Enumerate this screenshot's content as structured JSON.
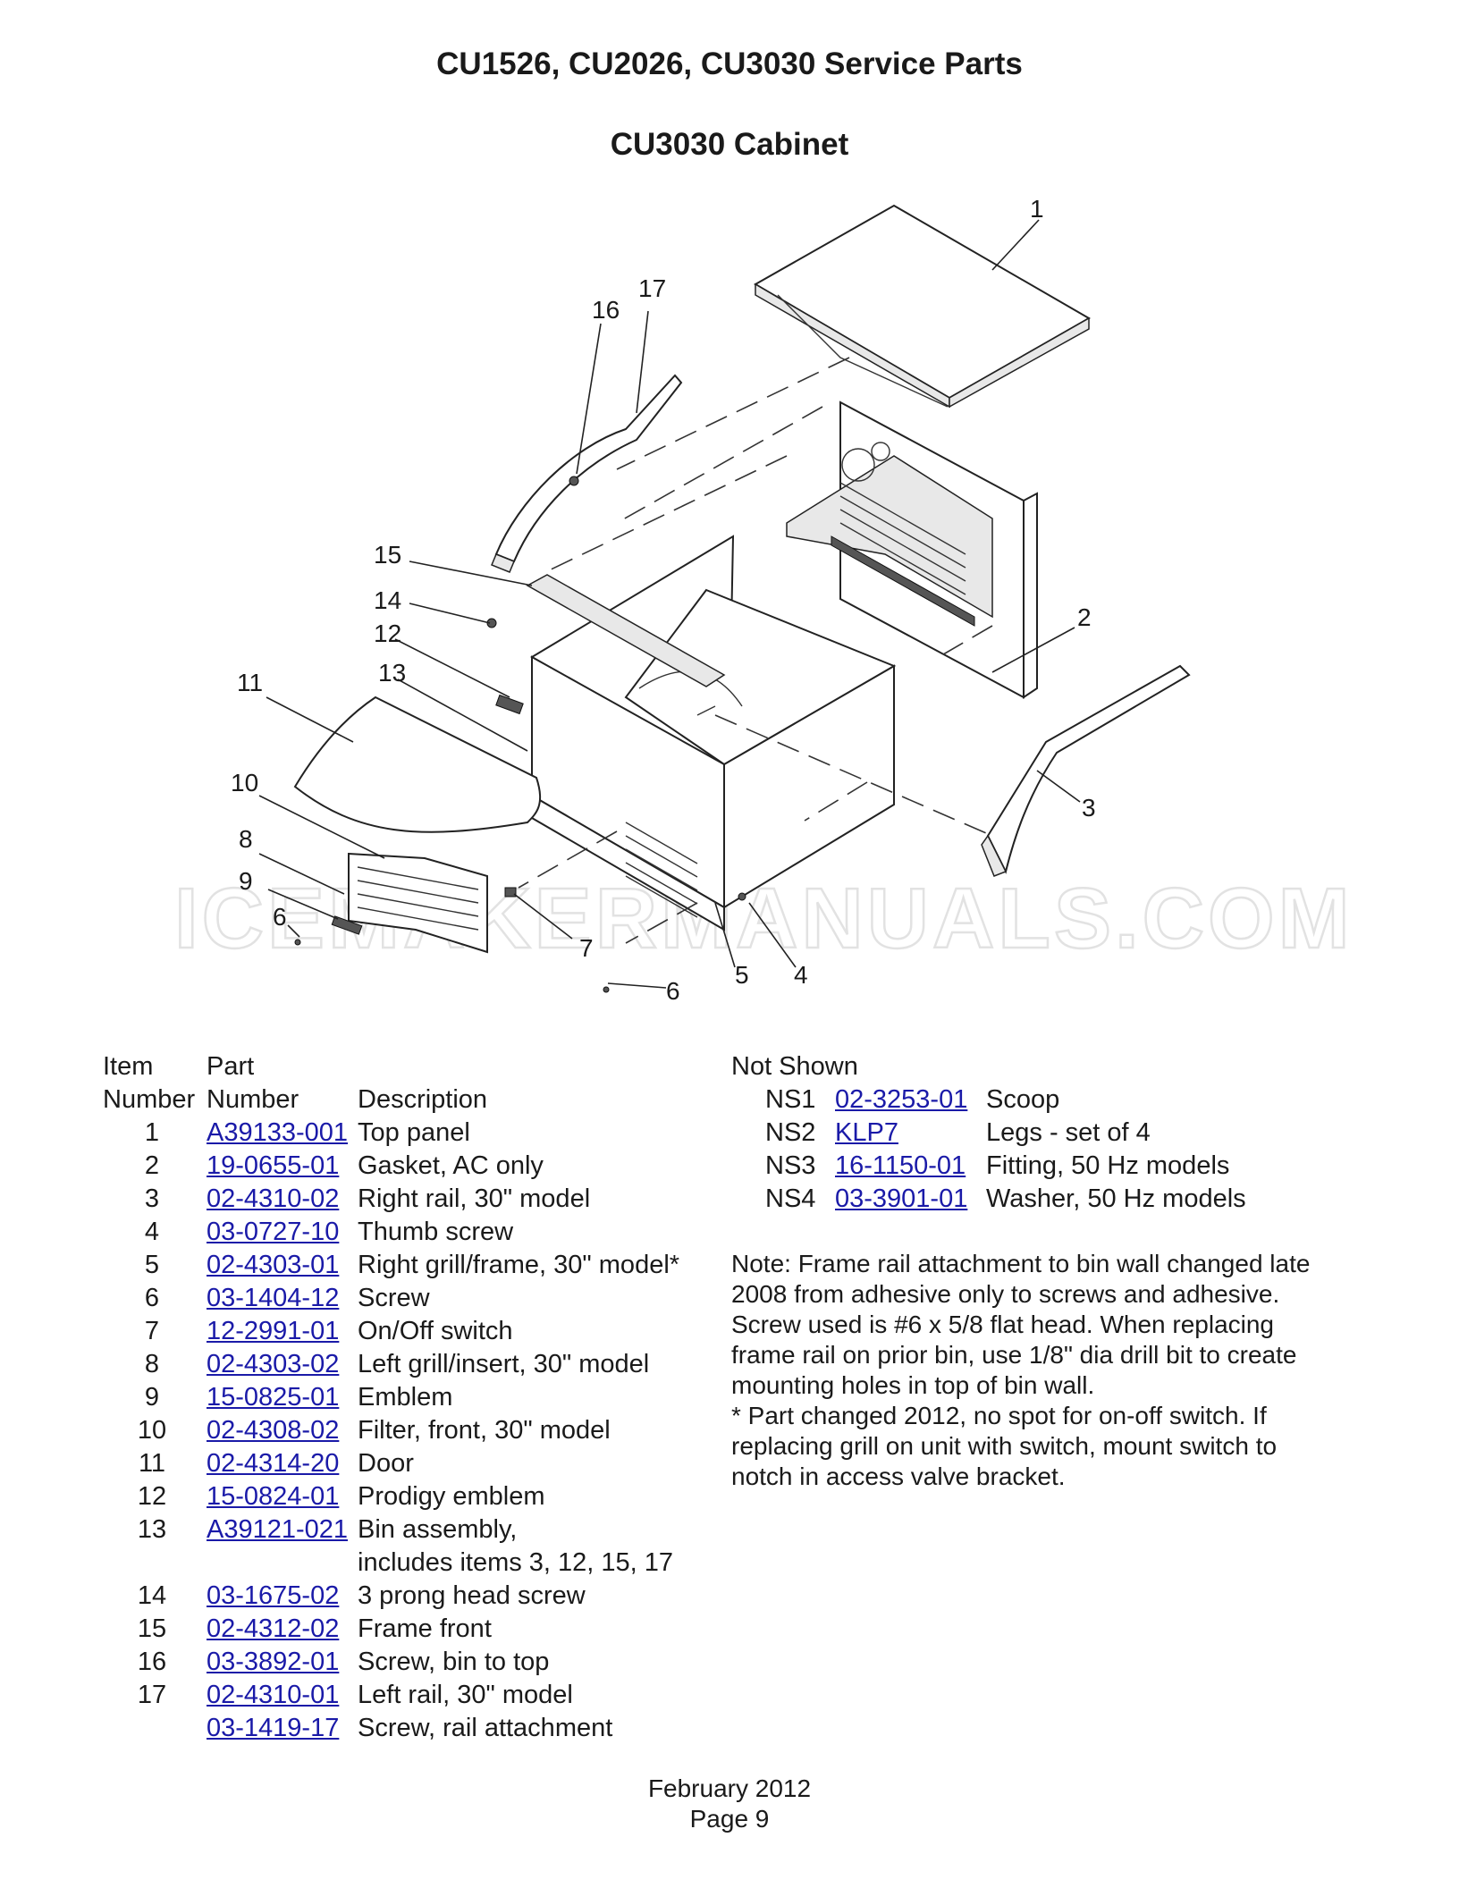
{
  "header": {
    "title": "CU1526, CU2026, CU3030 Service Parts",
    "section": "CU3030 Cabinet"
  },
  "diagram": {
    "watermark": "ICEMAKERMANUALS.COM",
    "callouts": [
      "1",
      "2",
      "3",
      "4",
      "5",
      "6",
      "6",
      "7",
      "8",
      "9",
      "10",
      "11",
      "12",
      "13",
      "14",
      "15",
      "16",
      "17"
    ]
  },
  "parts_table": {
    "col_item_line1": "Item",
    "col_item_line2": "Number",
    "col_part_line1": "Part",
    "col_part_line2": "Number",
    "col_description": "Description",
    "rows": [
      {
        "item": "1",
        "part": "A39133-001",
        "desc": "Top panel"
      },
      {
        "item": "2",
        "part": "19-0655-01",
        "desc": "Gasket, AC only"
      },
      {
        "item": "3",
        "part": "02-4310-02",
        "desc": "Right rail, 30\" model"
      },
      {
        "item": "4",
        "part": "03-0727-10",
        "desc": "Thumb screw"
      },
      {
        "item": "5",
        "part": "02-4303-01",
        "desc": "Right grill/frame, 30\" model*"
      },
      {
        "item": "6",
        "part": "03-1404-12",
        "desc": "Screw"
      },
      {
        "item": "7",
        "part": "12-2991-01",
        "desc": "On/Off switch"
      },
      {
        "item": "8",
        "part": "02-4303-02",
        "desc": "Left grill/insert, 30\" model"
      },
      {
        "item": "9",
        "part": "15-0825-01",
        "desc": "Emblem"
      },
      {
        "item": "10",
        "part": "02-4308-02",
        "desc": "Filter, front, 30\" model"
      },
      {
        "item": "11",
        "part": "02-4314-20",
        "desc": "Door"
      },
      {
        "item": "12",
        "part": "15-0824-01",
        "desc": "Prodigy emblem"
      },
      {
        "item": "13",
        "part": "A39121-021",
        "desc": "Bin assembly,"
      },
      {
        "item": "",
        "part": "",
        "desc": "includes items 3, 12, 15, 17"
      },
      {
        "item": "14",
        "part": "03-1675-02",
        "desc": "3 prong head screw"
      },
      {
        "item": "15",
        "part": "02-4312-02",
        "desc": "Frame front"
      },
      {
        "item": "16",
        "part": "03-3892-01",
        "desc": "Screw, bin to top"
      },
      {
        "item": "17",
        "part": "02-4310-01",
        "desc": "Left rail, 30\" model"
      },
      {
        "item": "",
        "part": "03-1419-17",
        "desc": "Screw, rail attachment"
      }
    ]
  },
  "not_shown": {
    "heading": "Not Shown",
    "rows": [
      {
        "item": "NS1",
        "part": "02-3253-01",
        "desc": "Scoop"
      },
      {
        "item": "NS2",
        "part": "KLP7",
        "desc": "Legs - set of 4"
      },
      {
        "item": "NS3",
        "part": "16-1150-01",
        "desc": "Fitting, 50 Hz models"
      },
      {
        "item": "NS4",
        "part": "03-3901-01",
        "desc": "Washer, 50 Hz models"
      }
    ]
  },
  "notes": {
    "note1_lines": [
      "Note: Frame rail attachment to bin wall changed late",
      "2008 from adhesive only to screws and adhesive.",
      "Screw used is #6 x 5/8 flat head. When replacing",
      "frame rail on prior bin, use 1/8\" dia drill bit to create",
      "mounting holes in top of bin wall."
    ],
    "note2_lines": [
      "* Part changed 2012, no spot for on-off switch. If",
      "replacing grill on unit with switch, mount switch to",
      "notch in access valve bracket."
    ]
  },
  "footer": {
    "date": "February 2012",
    "page": "Page 9"
  },
  "colors": {
    "link": "#1a1aa8",
    "text": "#1a1a1a"
  }
}
